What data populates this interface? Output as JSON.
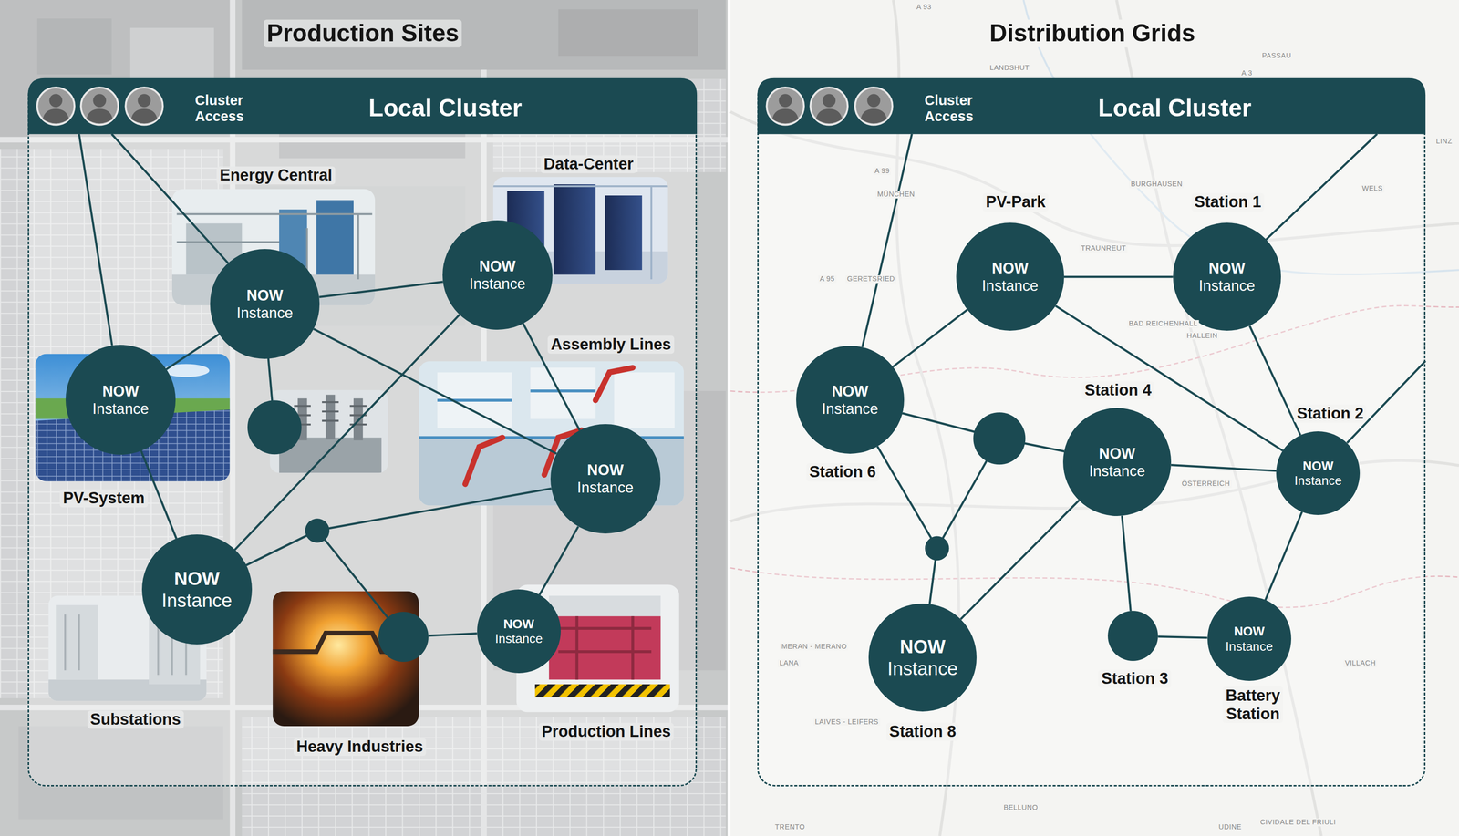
{
  "diagram": {
    "nodes": [
      {
        "text": [
          "Production Sites"
        ]
      },
      {
        "text": [
          "Cluster Access",
          "Local Cluster"
        ],
        "in": 0
      },
      {
        "text": [
          "Energy Central",
          "NOW Instance"
        ],
        "in": 1
      },
      {
        "text": [
          "Data-Center",
          "NOW Instance"
        ],
        "in": 1
      },
      {
        "text": [
          "Assembly Lines",
          "NOW Instance"
        ],
        "in": 1
      },
      {
        "text": [
          "NOW Instance",
          "PV-System"
        ],
        "in": 1
      },
      {
        "text": [
          "NOW Instance",
          "Substations"
        ],
        "in": 1
      },
      {
        "text": [
          "Heavy Industries"
        ],
        "in": 1
      },
      {
        "text": [
          "NOW Instance",
          "Production Lines"
        ],
        "in": 1
      },
      {
        "text": [
          "Distribution Grids"
        ]
      },
      {
        "text": [
          "Cluster Access",
          "Local Cluster"
        ],
        "in": 9
      },
      {
        "text": [
          "PV-Park",
          "NOW Instance"
        ],
        "in": 10
      },
      {
        "text": [
          "Station 1",
          "NOW Instance"
        ],
        "in": 10
      },
      {
        "text": [
          "NOW Instance",
          "Station 6"
        ],
        "in": 10
      },
      {
        "text": [
          "Station 4",
          "NOW Instance"
        ],
        "in": 10
      },
      {
        "text": [
          "Station 2",
          "NOW Instance"
        ],
        "in": 10
      },
      {
        "text": [
          "NOW Instance",
          "Station 8"
        ],
        "in": 10
      },
      {
        "text": [
          "Station 3"
        ],
        "in": 10
      },
      {
        "text": [
          "NOW Instance",
          "Battery Station"
        ],
        "in": 10
      }
    ],
    "edges": [
      {
        "from": 1,
        "to": 5,
        "arrow": "none"
      },
      {
        "from": 1,
        "to": 2,
        "arrow": "none"
      },
      {
        "from": 2,
        "to": 3,
        "arrow": "none"
      },
      {
        "from": 2,
        "to": 5,
        "arrow": "none"
      },
      {
        "from": 2,
        "to": 4,
        "arrow": "none"
      },
      {
        "from": 3,
        "to": 6,
        "arrow": "none"
      },
      {
        "from": 3,
        "to": 4,
        "arrow": "none"
      },
      {
        "from": 5,
        "to": 6,
        "arrow": "none"
      },
      {
        "from": 6,
        "to": 4,
        "arrow": "none"
      },
      {
        "from": 6,
        "to": 7,
        "arrow": "none"
      },
      {
        "from": 7,
        "to": 8,
        "arrow": "none"
      },
      {
        "from": 8,
        "to": 4,
        "arrow": "none"
      },
      {
        "from": 10,
        "to": 13,
        "arrow": "none"
      },
      {
        "from": 10,
        "to": 12,
        "arrow": "none"
      },
      {
        "from": 10,
        "to": 15,
        "arrow": "none"
      },
      {
        "from": 13,
        "to": 11,
        "arrow": "none"
      },
      {
        "from": 11,
        "to": 12,
        "arrow": "none"
      },
      {
        "from": 11,
        "to": 15,
        "arrow": "none"
      },
      {
        "from": 12,
        "to": 15,
        "arrow": "none"
      },
      {
        "from": 13,
        "to": 14,
        "arrow": "none"
      },
      {
        "from": 13,
        "to": 16,
        "arrow": "none"
      },
      {
        "from": 14,
        "to": 16,
        "arrow": "none"
      },
      {
        "from": 14,
        "to": 15,
        "arrow": "none"
      },
      {
        "from": 14,
        "to": 17,
        "arrow": "none"
      },
      {
        "from": 17,
        "to": 18,
        "arrow": "none"
      },
      {
        "from": 15,
        "to": 18,
        "arrow": "none"
      }
    ],
    "labels": [
      "A 93",
      "LANDSHUT",
      "PASSAU",
      "A 3",
      "A 99",
      "MÜNCHEN",
      "BURGHAUSEN",
      "TRAUNREUT",
      "A 95",
      "GERETSRIED",
      "BAD REICHENHALL",
      "HALLEIN",
      "ÖSTERREICH",
      "LINZ",
      "WELS",
      "VILLACH",
      "MERAN - MERANO",
      "LANA",
      "LAIVES - LEIFERS",
      "BELLUNO",
      "TRENTO",
      "UDINE",
      "CIVIDALE DEL FRIULI"
    ]
  }
}
